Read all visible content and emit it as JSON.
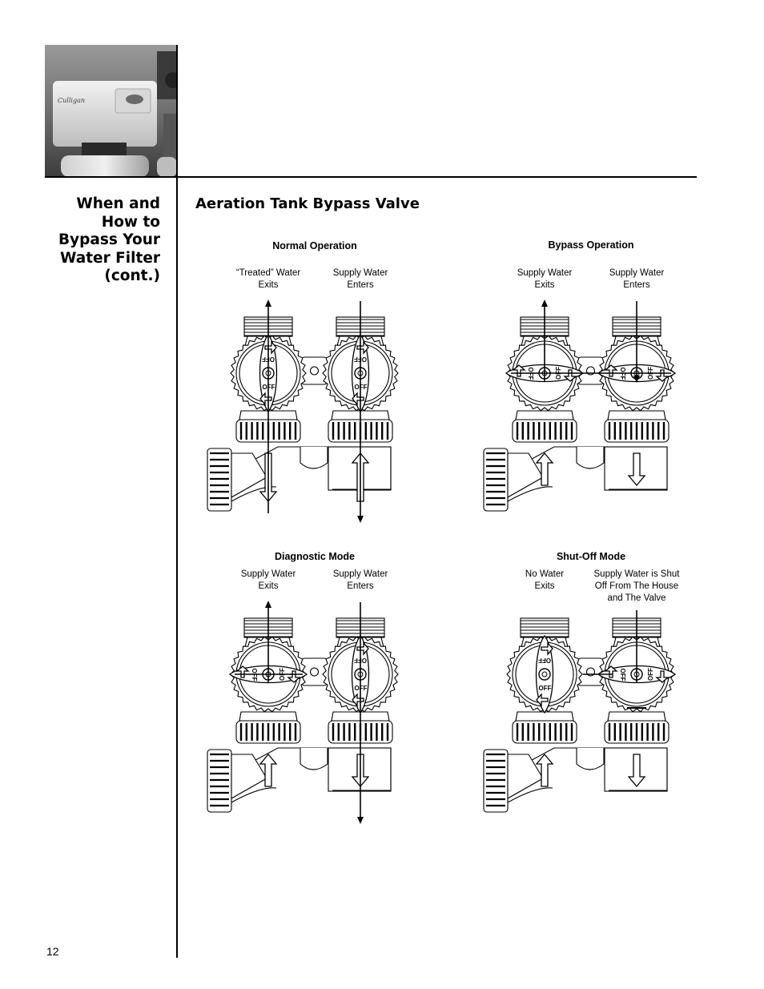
{
  "page": {
    "side_title_lines": [
      "When and",
      "How to",
      "Bypass Your",
      "Water Filter",
      "(cont.)"
    ],
    "section_title": "Aeration Tank Bypass Valve",
    "page_number": "12",
    "photo": {
      "logo_text": "Culligan",
      "icon": "culligan-filter-unit-photo"
    }
  },
  "diagrams": {
    "normal": {
      "title": "Normal Operation",
      "left_label_1": "“Treated” Water",
      "left_label_2": "Exits",
      "right_label_1": "Supply Water",
      "right_label_2": "Enters"
    },
    "bypass": {
      "title": "Bypass Operation",
      "left_label_1": "Supply Water",
      "left_label_2": "Exits",
      "right_label_1": "Supply Water",
      "right_label_2": "Enters"
    },
    "diagnostic": {
      "title": "Diagnostic Mode",
      "left_label_1": "Supply Water",
      "left_label_2": "Exits",
      "right_label_1": "Supply Water",
      "right_label_2": "Enters"
    },
    "shutoff": {
      "title": "Shut-Off Mode",
      "left_label_1": "No Water",
      "left_label_2": "Exits",
      "right_label_1": "Supply Water is Shut",
      "right_label_2": "Off From The House",
      "right_label_3": "and The Valve"
    }
  },
  "knob_text": {
    "off": "OFF"
  }
}
